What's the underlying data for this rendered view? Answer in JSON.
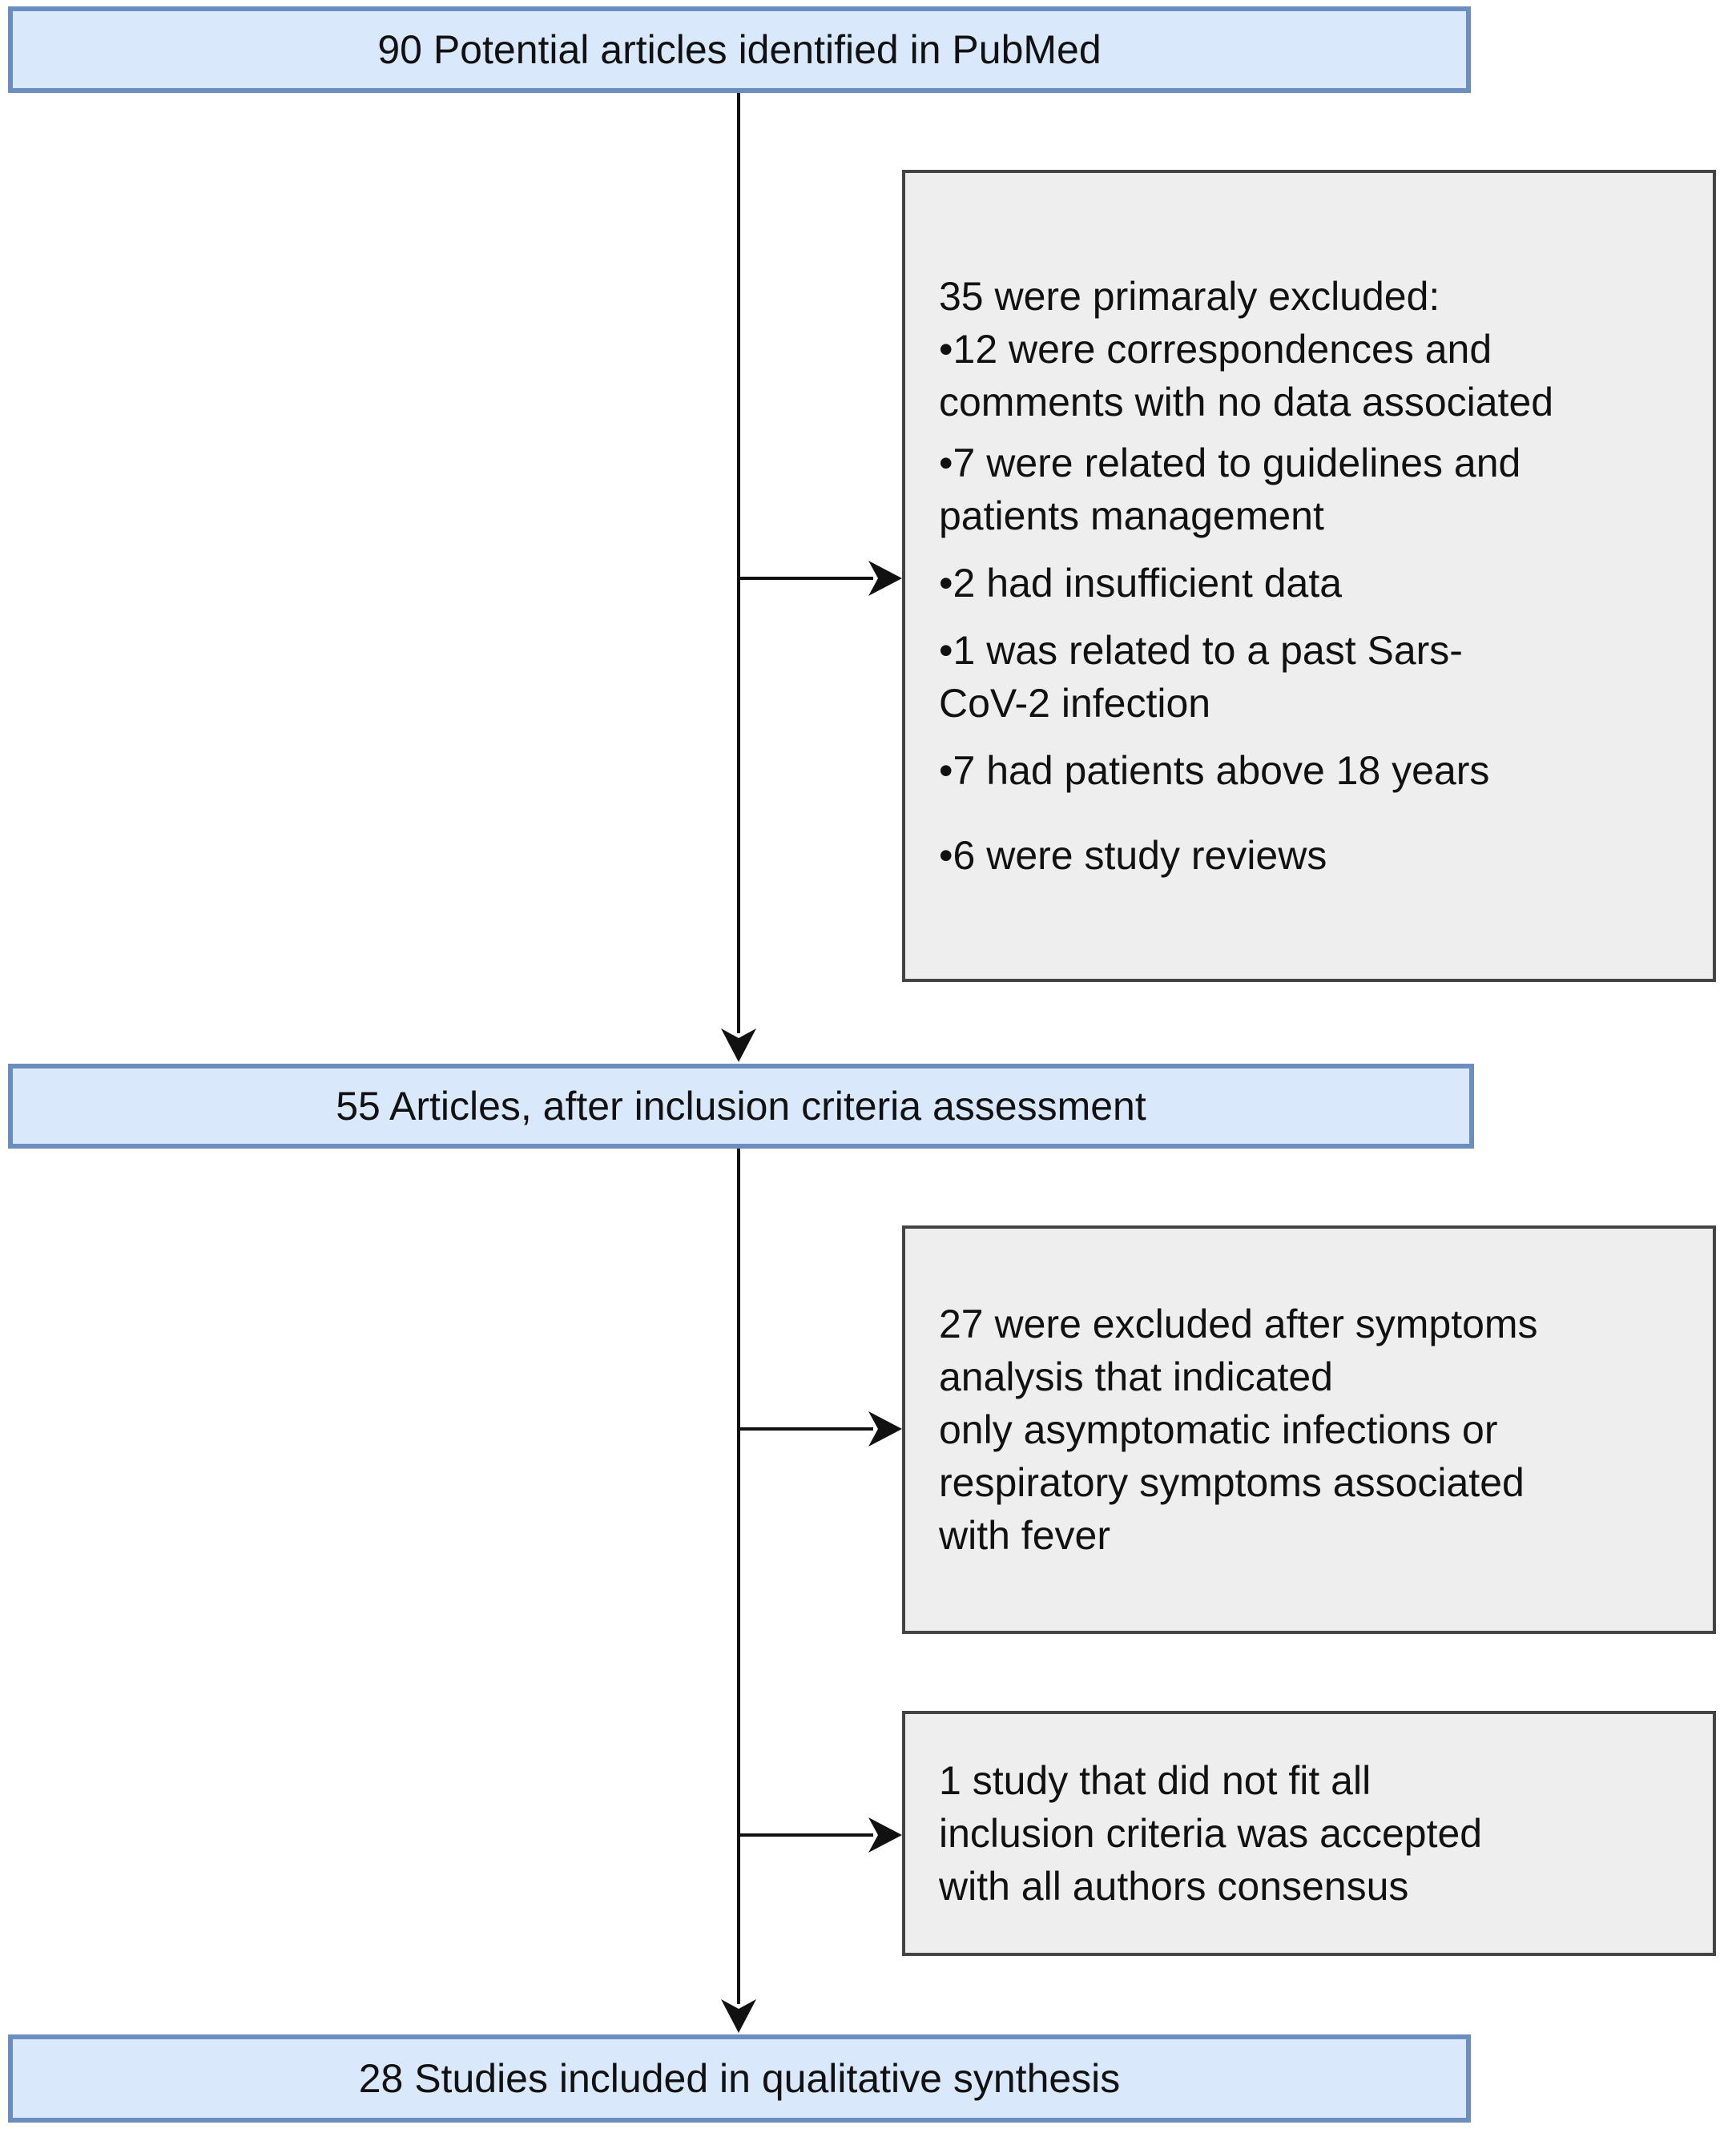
{
  "flow": {
    "step1": "90 Potential articles identified in PubMed",
    "step2": "55 Articles, after inclusion criteria assessment",
    "step3": "28 Studies included in qualitative synthesis"
  },
  "exclusion1": {
    "heading": "35 were primaraly excluded:",
    "bullet1_line1": "•12 were correspondences and",
    "bullet1_line2": "comments with no data associated",
    "bullet2_line1": "•7 were related to guidelines and",
    "bullet2_line2": "patients management",
    "bullet3": "•2 had insufficient data",
    "bullet4_line1": "•1 was related to a past Sars-",
    "bullet4_line2": "CoV-2 infection",
    "bullet5": "•7 had patients above 18 years",
    "bullet6": "•6 were study reviews"
  },
  "exclusion2": {
    "line1": "27 were excluded after symptoms",
    "line2": "analysis that indicated",
    "line3": "only asymptomatic infections or",
    "line4": "respiratory symptoms associated",
    "line5": "with fever"
  },
  "exception": {
    "line1": "1 study that did not fit all",
    "line2": "inclusion criteria was accepted",
    "line3": "with all authors consensus"
  },
  "colors": {
    "flow_fill": "#dae8fc",
    "flow_border": "#6c8ebf",
    "side_fill": "#eeeeee",
    "side_border": "#444444",
    "arrow": "#111111"
  }
}
